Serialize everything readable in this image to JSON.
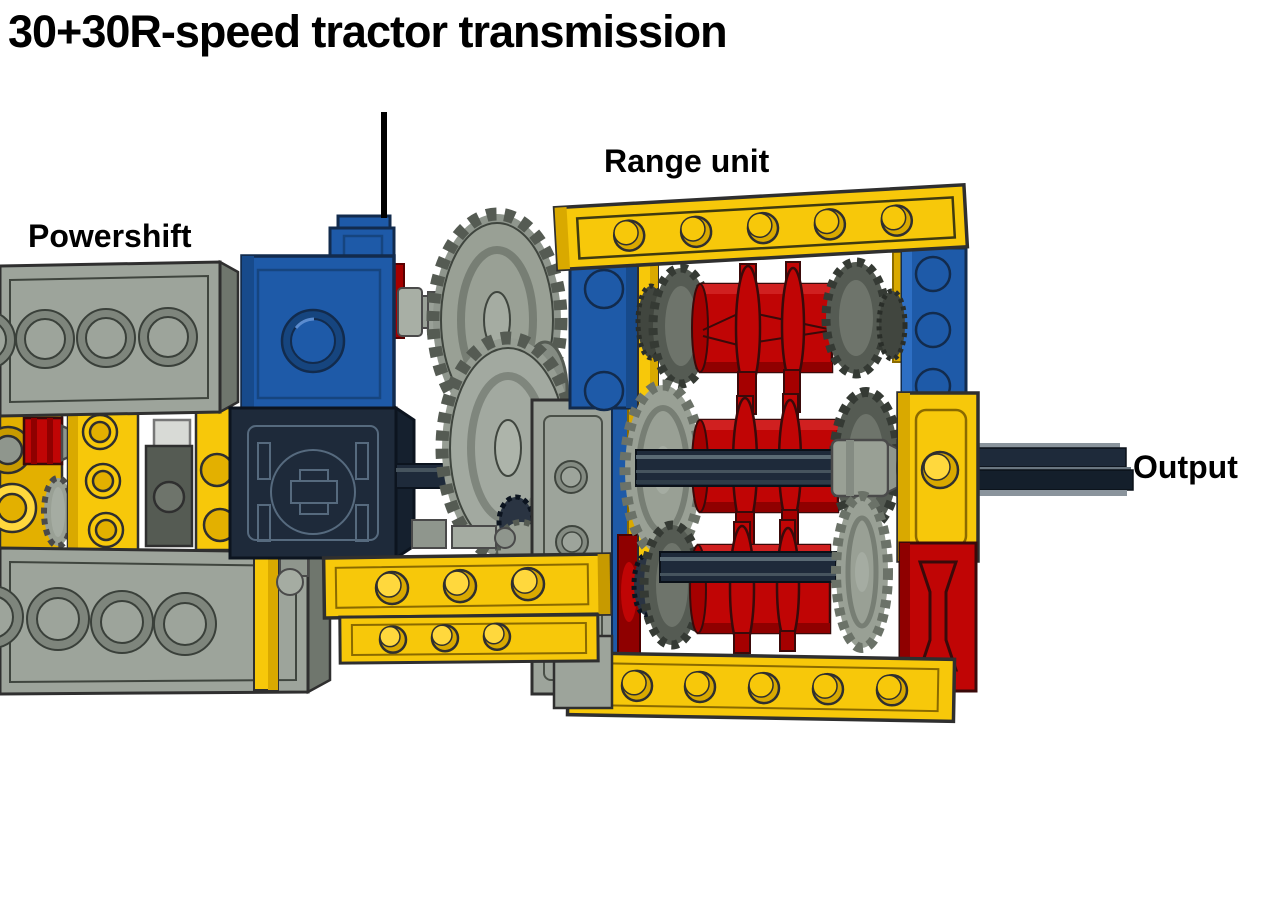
{
  "title": "30+30R-speed tractor transmission",
  "labels": {
    "powershift": "Powershift",
    "range_unit": "Range unit",
    "output": "Output"
  },
  "diagram": {
    "type": "lego-technic-transmission-render",
    "sections": [
      "Powershift",
      "Range unit",
      "Output"
    ],
    "pointer": "vertical black callout line above powershift clutch"
  },
  "colors": {
    "background": "#FFFFFF",
    "text": "#000000",
    "lego_yellow": "#F7C80A",
    "lego_yellow_shade": "#D9A900",
    "lego_yellow_dark": "#C79A00",
    "lego_gray": "#9DA49B",
    "lego_gray_shade": "#7E857C",
    "lego_gray_dark": "#6F766D",
    "gear_dark_gray": "#555B53",
    "gear_darker": "#41463F",
    "lego_blue": "#1E5AA8",
    "lego_blue_shade": "#16457F",
    "lego_red": "#C00505",
    "lego_red_shade": "#8F0000",
    "dark_navy": "#1E2A3A",
    "outline": "#2F2F2F"
  }
}
